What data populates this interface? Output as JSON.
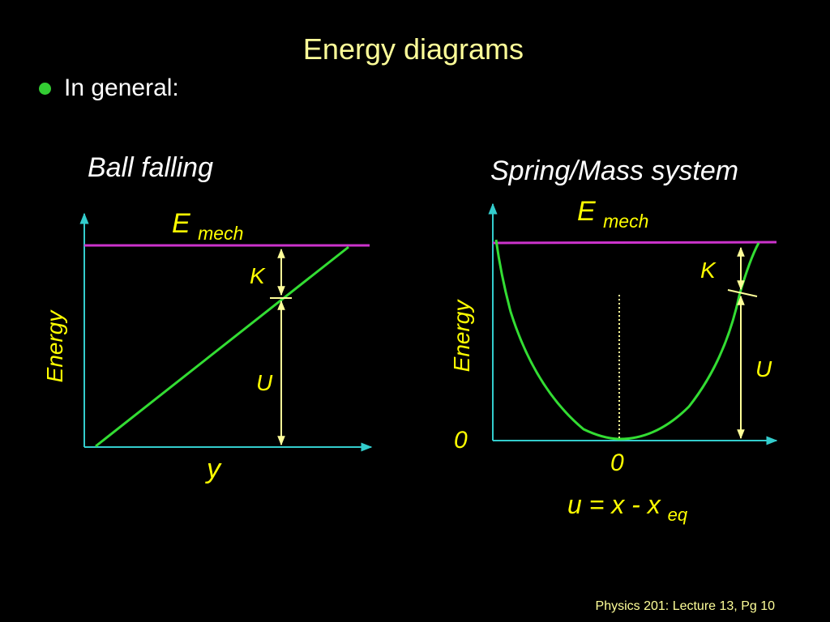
{
  "slide": {
    "title": "Energy diagrams",
    "bullet": "In general:",
    "footer": "Physics 201: Lecture 13, Pg 10"
  },
  "left_diagram": {
    "heading": "Ball falling",
    "y_axis_label": "Energy",
    "x_axis_label": "y",
    "emech_main": "E",
    "emech_sub": "mech",
    "k_label": "K",
    "u_label": "U"
  },
  "right_diagram": {
    "heading": "Spring/Mass system",
    "y_axis_label": "Energy",
    "y_origin_label": "0",
    "x_origin_label": "0",
    "x_axis_formula_main": "u = x - x",
    "x_axis_formula_sub": "eq",
    "emech_main": "E",
    "emech_sub": "mech",
    "k_label": "K",
    "u_label": "U"
  },
  "colors": {
    "background": "#000000",
    "title": "#ffff99",
    "bullet": "#33cc33",
    "axis": "#33cccc",
    "emech_line": "#cc33cc",
    "curve": "#33dd33",
    "arrow": "#ffff99",
    "label": "#ffff00",
    "dotted": "#ffff99"
  }
}
